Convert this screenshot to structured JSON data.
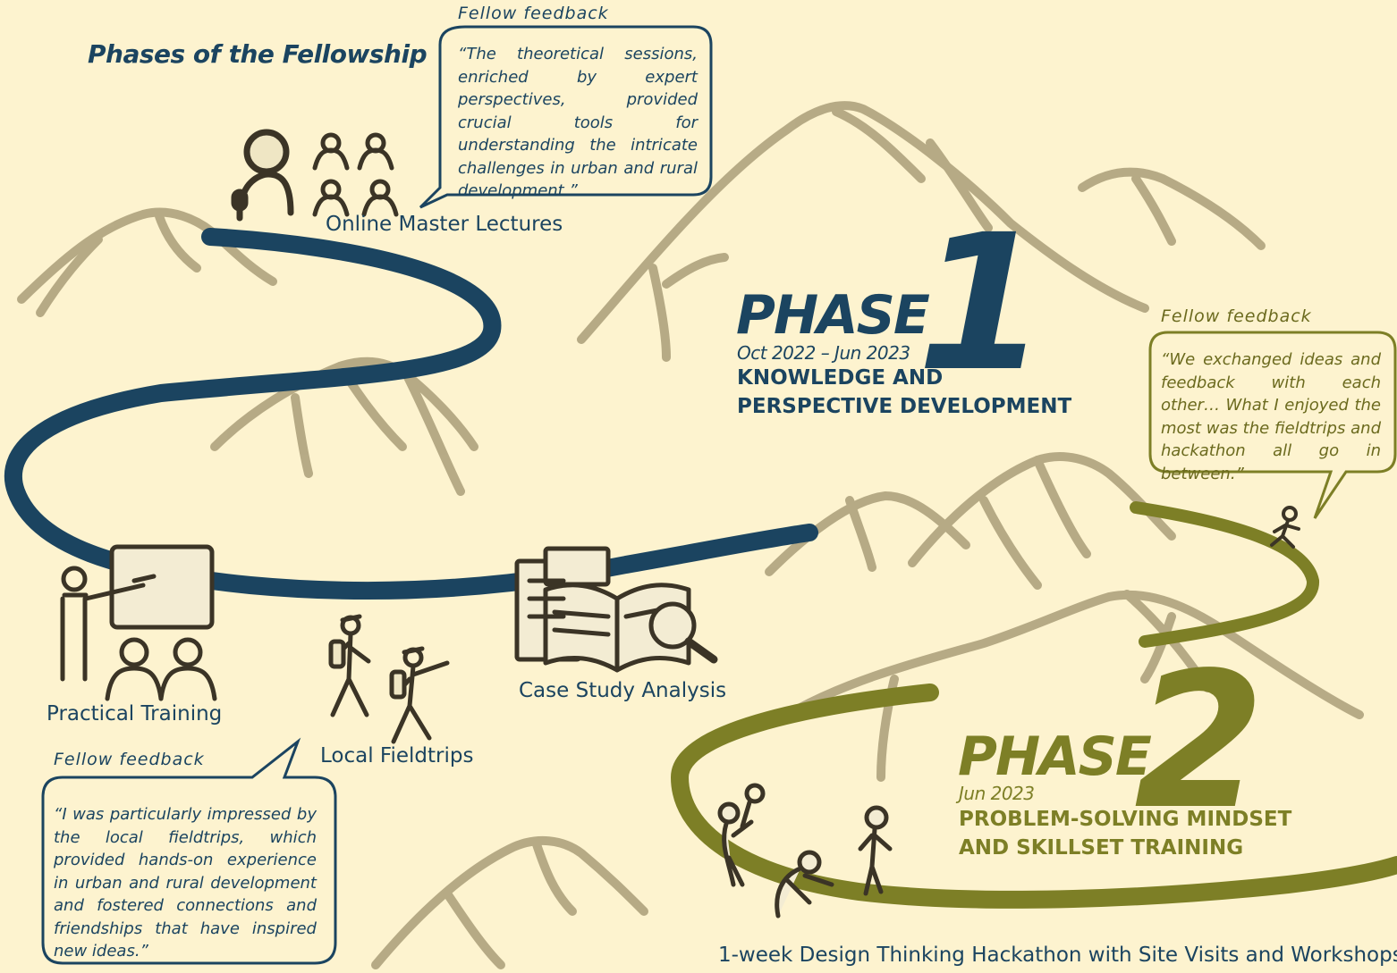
{
  "title": "Phases of the Fellowship",
  "colors": {
    "background": "#fdf3cf",
    "navy": "#1b4460",
    "olive": "#7d7f26",
    "mountain": "#b3a782"
  },
  "feedback": [
    {
      "label": "Fellow feedback",
      "quote": "“The theoretical sessions, enriched by expert perspectives, provided crucial tools for understanding the intricate challenges in urban and rural development.”"
    },
    {
      "label": "Fellow feedback",
      "quote": "“We exchanged ideas and feedback with each other… What I enjoyed the most was the fieldtrips and hackathon all go in between.”"
    },
    {
      "label": "Fellow feedback",
      "quote": "“I was particularly impressed by the local fieldtrips, which provided hands-on experience in urban and rural development and fostered connections and friendships that have inspired new ideas.”"
    }
  ],
  "activities": {
    "online_lectures": "Online Master Lectures",
    "practical_training": "Practical Training",
    "local_fieldtrips": "Local Fieldtrips",
    "case_study": "Case Study Analysis",
    "hackathon": "1-week Design Thinking Hackathon with Site Visits and Workshops"
  },
  "phases": [
    {
      "word": "PHASE",
      "number": "1",
      "date": "Oct 2022 – Jun 2023",
      "line1": "KNOWLEDGE AND",
      "line2": "PERSPECTIVE DEVELOPMENT"
    },
    {
      "word": "PHASE",
      "number": "2",
      "date": "Jun 2023",
      "line1": "PROBLEM-SOLVING MINDSET",
      "line2": "AND SKILLSET TRAINING"
    }
  ],
  "icons": [
    "speaker-with-microphone-icon",
    "audience-icon",
    "presenter-at-board-icon",
    "hikers-icon",
    "documents-magnifier-icon",
    "running-person-icon",
    "team-activity-icon"
  ]
}
